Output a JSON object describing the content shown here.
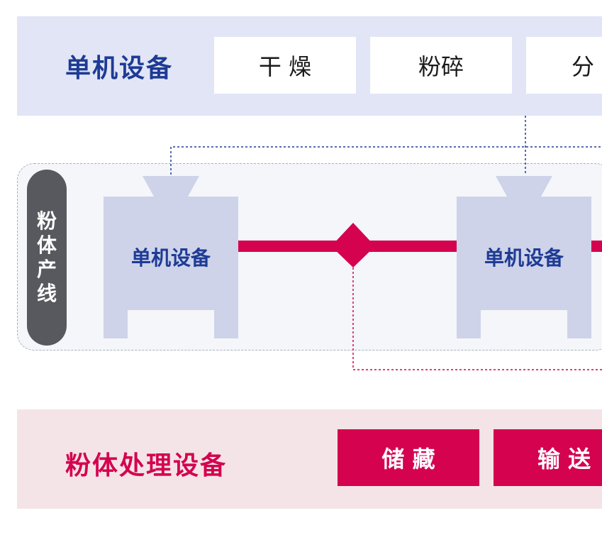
{
  "top_band": {
    "title": "单机设备",
    "buttons": [
      "干 燥",
      "粉碎",
      "分"
    ]
  },
  "production_line": {
    "label_chars": [
      "粉",
      "体",
      "产",
      "线"
    ],
    "machine_label": "单机设备"
  },
  "bottom_band": {
    "title": "粉体处理设备",
    "buttons": [
      "储 藏",
      "输 送"
    ]
  },
  "colors": {
    "navy": "#1e3b94",
    "magenta": "#d4024f",
    "top_band_bg": "#e1e5f6",
    "bottom_band_bg": "#f4e4e7",
    "machine_fill": "#ced3ea",
    "pill_bg": "#58595e"
  }
}
